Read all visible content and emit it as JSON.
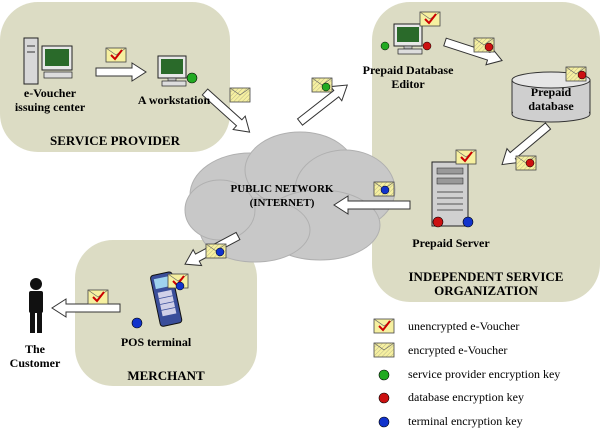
{
  "regions": {
    "service_provider": "SERVICE PROVIDER",
    "iso": "INDEPENDENT SERVICE\nORGANIZATION",
    "merchant": "MERCHANT"
  },
  "nodes": {
    "issuing_center": "e-Voucher\nissuing center",
    "workstation": "A workstation",
    "db_editor": "Prepaid Database\nEditor",
    "database": "Prepaid\ndatabase",
    "server": "Prepaid Server",
    "network": "PUBLIC NETWORK\n(INTERNET)",
    "pos": "POS terminal",
    "customer": "The\nCustomer"
  },
  "legend": [
    {
      "icon": "unencrypted-voucher-icon",
      "label": "unencrypted e-Voucher"
    },
    {
      "icon": "encrypted-voucher-icon",
      "label": "encrypted e-Voucher"
    },
    {
      "icon": "green-key-icon",
      "label": "service provider encryption key",
      "color": "#22aa22"
    },
    {
      "icon": "red-key-icon",
      "label": "database encryption key",
      "color": "#cc1111"
    },
    {
      "icon": "blue-key-icon",
      "label": "terminal encryption key",
      "color": "#1133cc"
    }
  ],
  "colors": {
    "region": "#dcdcc4",
    "cloud": "#c8c8c8",
    "envelope": "#f6f0a0",
    "check": "#cc0000",
    "green": "#22aa22",
    "red": "#cc1111",
    "blue": "#1133cc"
  }
}
